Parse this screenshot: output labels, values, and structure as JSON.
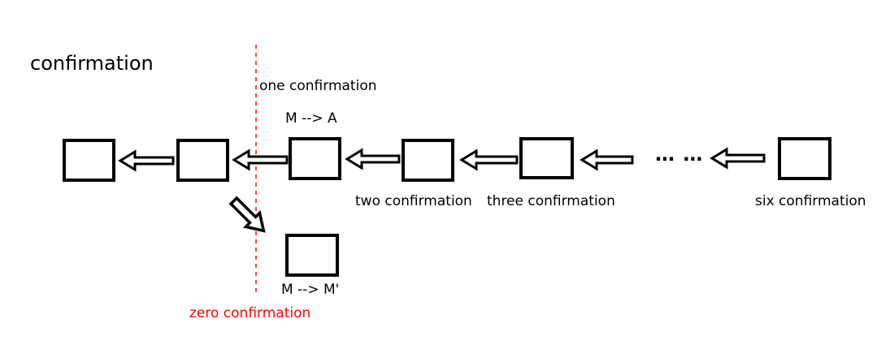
{
  "title": "confirmation",
  "labels": {
    "one_confirmation": "one confirmation",
    "m_to_a": "M --> A",
    "two_confirmation": "two confirmation",
    "three_confirmation": "three confirmation",
    "six_confirmation": "six confirmation",
    "m_to_m_prime": "M --> M'",
    "zero_confirmation": "zero confirmation",
    "ellipsis": "… …"
  },
  "colors": {
    "zero_label": "#ff0000",
    "divider": "#ff0000",
    "stroke": "#000000"
  }
}
